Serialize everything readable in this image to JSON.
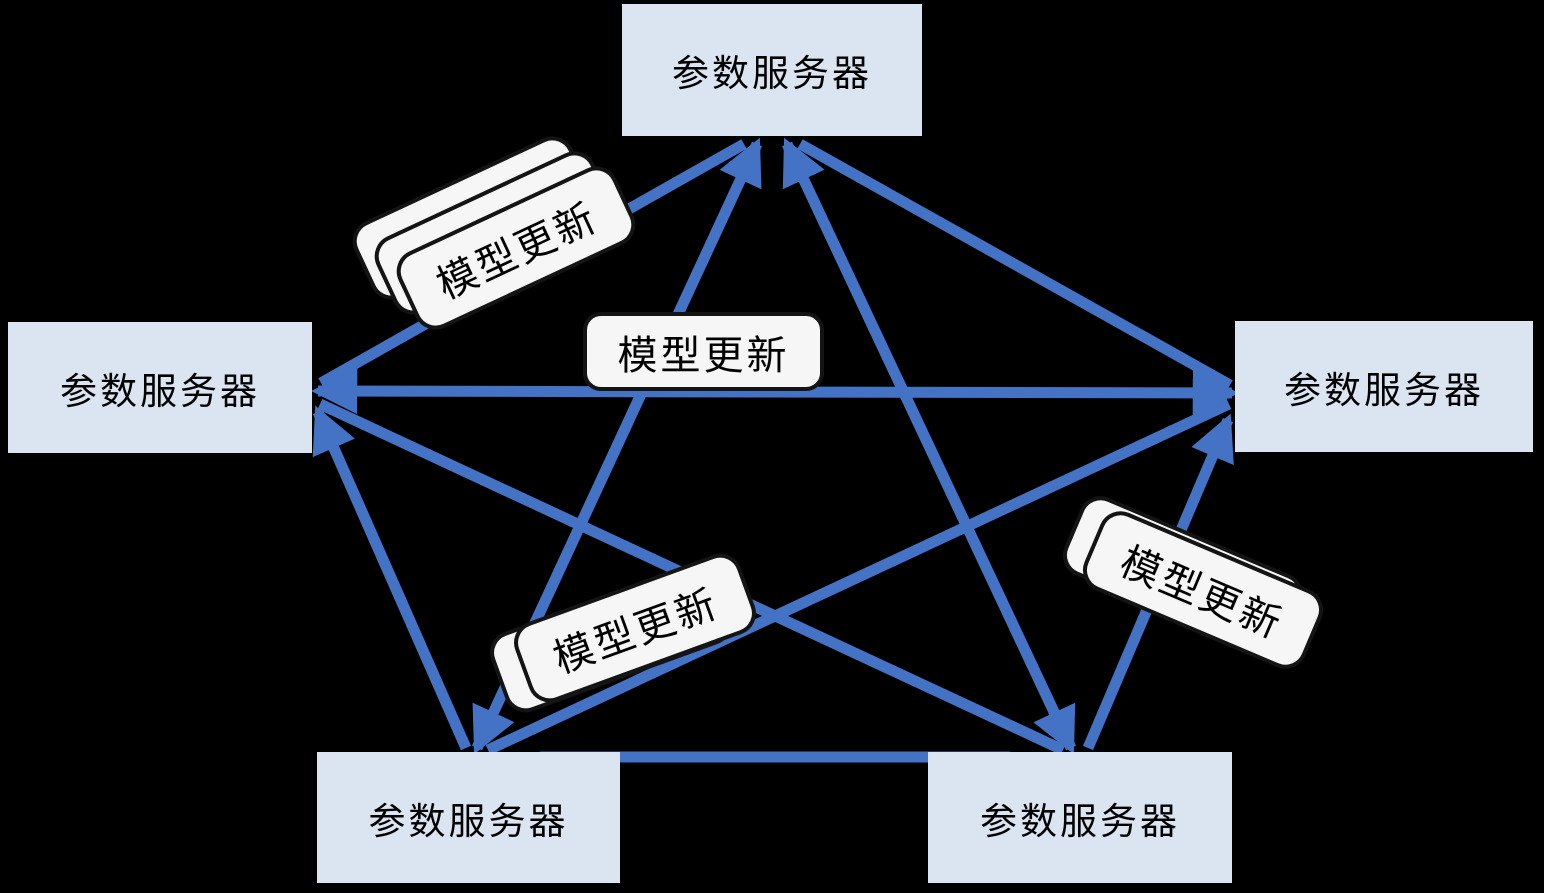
{
  "diagram": {
    "background_color": "#000000",
    "arrow_color": "#4472c4",
    "node_fill_color": "#dbe5f2",
    "card_fill_color": "#f6f6f6",
    "card_border_color": "#141414",
    "nodes": [
      {
        "id": "top",
        "label": "参数服务器"
      },
      {
        "id": "left",
        "label": "参数服务器"
      },
      {
        "id": "right",
        "label": "参数服务器"
      },
      {
        "id": "bottom-left",
        "label": "参数服务器"
      },
      {
        "id": "bottom-right",
        "label": "参数服务器"
      }
    ],
    "edge_labels": [
      {
        "id": "top-left-stack",
        "text": "模型更新",
        "stacked_cards": 3
      },
      {
        "id": "center",
        "text": "模型更新",
        "stacked_cards": 1
      },
      {
        "id": "bottom-center-stack",
        "text": "模型更新",
        "stacked_cards": 2
      },
      {
        "id": "right-stack",
        "text": "模型更新",
        "stacked_cards": 2
      }
    ],
    "topology": "fully-connected mesh of 5 parameter servers exchanging model updates"
  }
}
